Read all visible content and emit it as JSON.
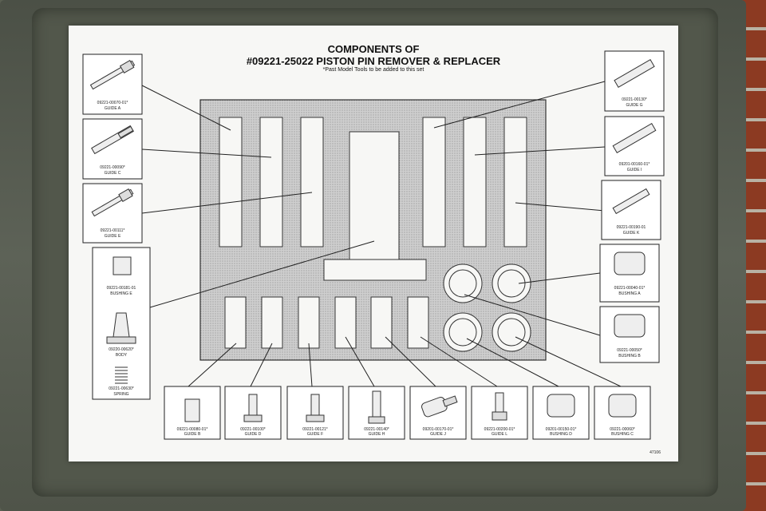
{
  "title_line1": "COMPONENTS OF",
  "title_line2": "#09221-25022 PISTON PIN REMOVER & REPLACER",
  "subtitle": "*Past Model Tools to be added to this set",
  "sheet_code": "47106",
  "parts": [
    {
      "id": "g-a",
      "num": "09221-00070-01*",
      "name": "GUIDE A"
    },
    {
      "id": "g-c",
      "num": "09221-00090*",
      "name": "GUIDE C"
    },
    {
      "id": "g-e",
      "num": "09221-00111*",
      "name": "GUIDE E"
    },
    {
      "id": "b-e",
      "num": "09221-00181-01",
      "name": "BUSHING E"
    },
    {
      "id": "body",
      "num": "09220-00620*",
      "name": "BODY"
    },
    {
      "id": "spring",
      "num": "09221-00630*",
      "name": "SPRING"
    },
    {
      "id": "g-g",
      "num": "09221-00130*",
      "name": "GUIDE G"
    },
    {
      "id": "g-i",
      "num": "09201-00160-01*",
      "name": "GUIDE I"
    },
    {
      "id": "g-k",
      "num": "09221-00190-01",
      "name": "GUIDE K"
    },
    {
      "id": "b-a",
      "num": "09221-00040-01*",
      "name": "BUSHING A"
    },
    {
      "id": "b-b",
      "num": "09221-00050*",
      "name": "BUSHING B"
    },
    {
      "id": "g-b",
      "num": "09221-00080-01*",
      "name": "GUIDE B"
    },
    {
      "id": "g-d",
      "num": "09221-00100*",
      "name": "GUIDE D"
    },
    {
      "id": "g-f",
      "num": "09221-00121*",
      "name": "GUIDE F"
    },
    {
      "id": "g-h",
      "num": "09221-00140*",
      "name": "GUIDE H"
    },
    {
      "id": "g-j",
      "num": "09201-00170-01*",
      "name": "GUIDE J"
    },
    {
      "id": "g-l",
      "num": "09221-00200-01*",
      "name": "GUIDE L"
    },
    {
      "id": "b-d",
      "num": "09201-00150-01*",
      "name": "BUSHING D"
    },
    {
      "id": "b-c",
      "num": "09221-00060*",
      "name": "BUSHING C"
    }
  ]
}
